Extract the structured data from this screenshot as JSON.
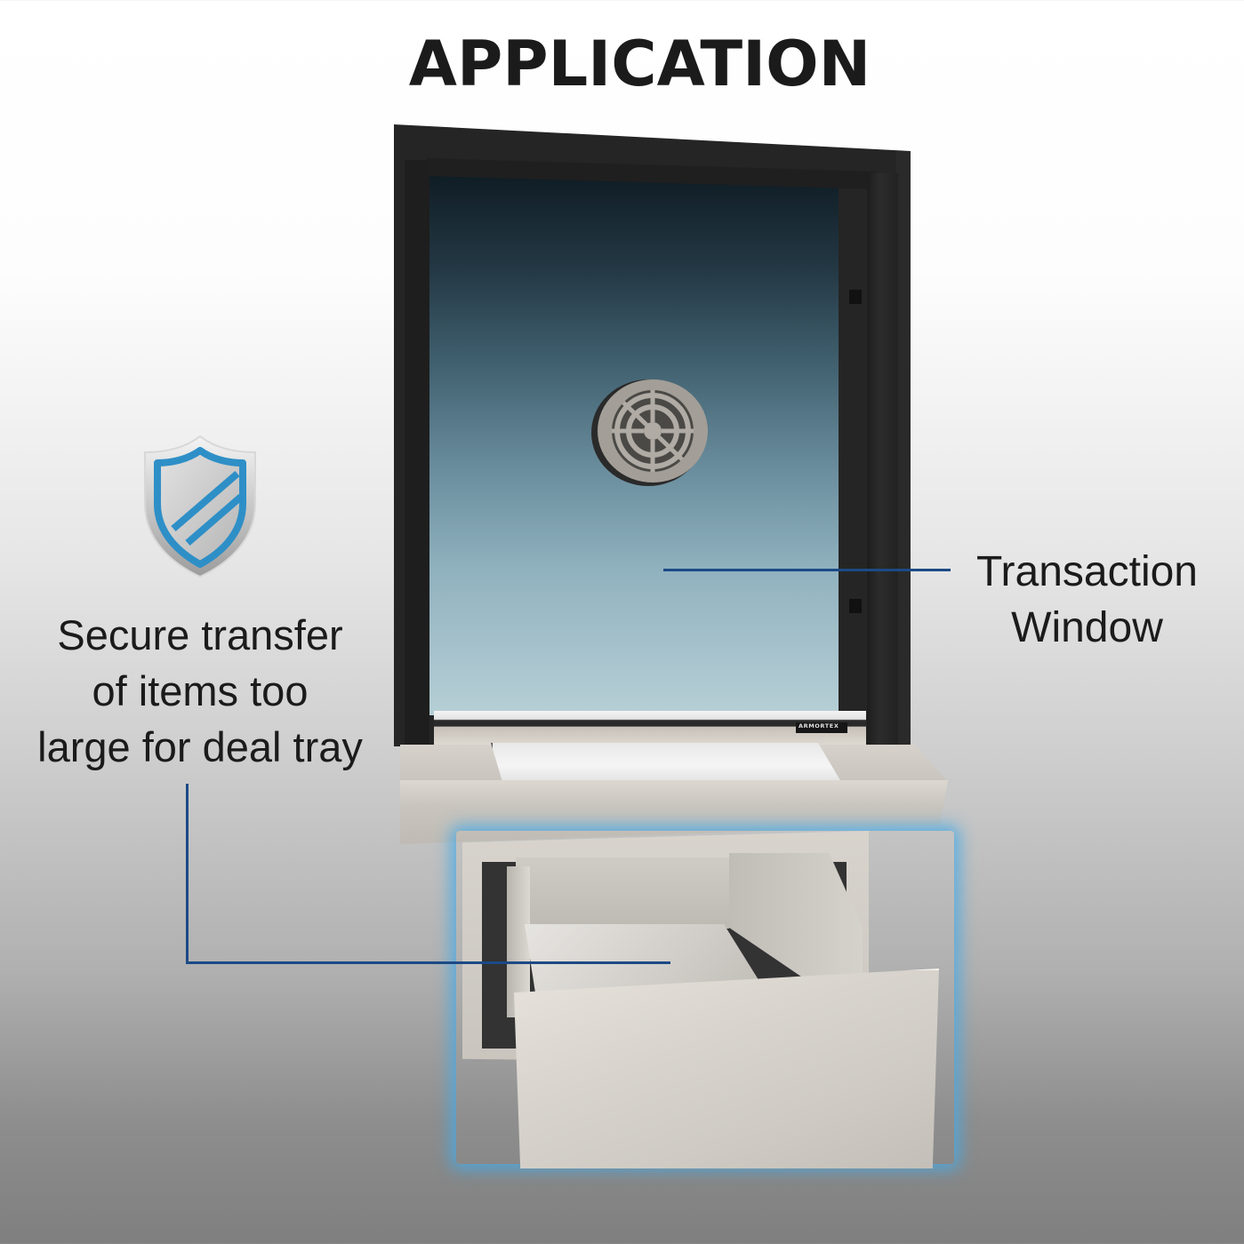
{
  "header": {
    "title": "APPLICATION"
  },
  "callouts": {
    "window": {
      "line1": "Transaction",
      "line2": "Window"
    },
    "drawer": {
      "line1": "Secure transfer",
      "line2": "of items too",
      "line3": "large for deal tray"
    }
  },
  "product": {
    "brand_badge": "ARMORTEX"
  },
  "icons": {
    "shield": "shield-icon",
    "speaker": "speak-through-grille-icon"
  },
  "colors": {
    "title_text": "#1b1b1b",
    "callout_line": "#1c4a86",
    "shield_blue": "#2e8fc7",
    "drawer_glow": "#46aae6",
    "frame": "#252525"
  }
}
